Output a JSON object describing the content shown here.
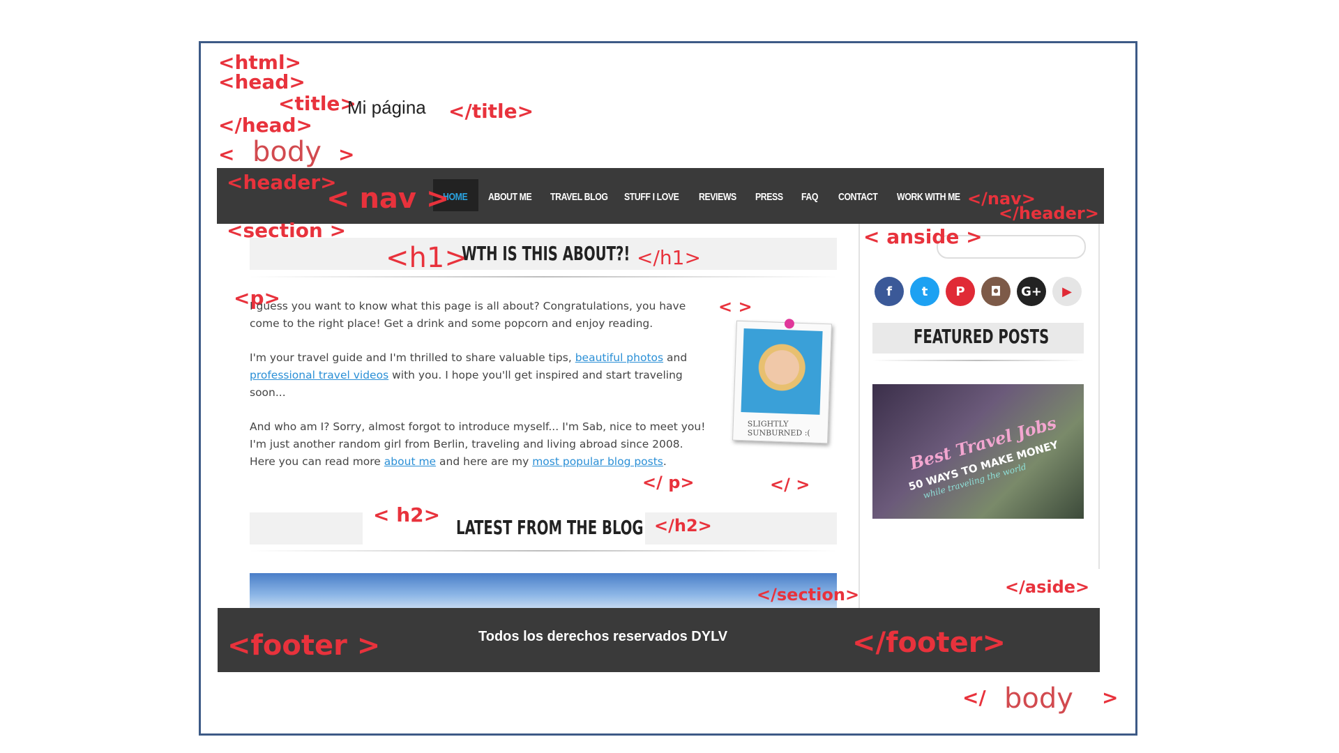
{
  "html_tags": {
    "html_open": "<html>",
    "head_open": "<head>",
    "title_open": "<title>",
    "title_close": "</title>",
    "head_close": "</head>",
    "body_open_lt": "<",
    "body_open_word": "body",
    "body_open_gt": ">",
    "header_open": "<header>",
    "nav_open": "< nav >",
    "nav_close": "</nav>",
    "header_close": "</header>",
    "section_open": "<section >",
    "h1_open": "<h1>",
    "h1_close": "</h1>",
    "p_open": "<p>",
    "p_close": "</ p>",
    "img_open": "<        >",
    "img_close": "</        >",
    "h2_open": "< h2>",
    "h2_close": "</h2>",
    "section_close": "</section>",
    "aside_open": "< anside >",
    "aside_close": "</aside>",
    "footer_open": "<footer >",
    "footer_close": "</footer>",
    "body_close_lt": "</",
    "body_close_word": "body",
    "body_close_gt": ">"
  },
  "page_title": "Mi página",
  "nav": {
    "items": [
      "HOME",
      "ABOUT ME",
      "TRAVEL BLOG",
      "STUFF I LOVE",
      "REVIEWS",
      "PRESS",
      "FAQ",
      "CONTACT",
      "WORK WITH ME"
    ],
    "active": "HOME"
  },
  "section": {
    "h1": "WTH IS THIS ABOUT?!",
    "p1": "I guess you want to know what this page is all about? Congratulations, you have come to the right place! Get a drink and some popcorn and enjoy reading.",
    "p2_a": "I'm your travel guide and I'm thrilled to share valuable tips,",
    "p2_link1": "beautiful photos",
    "p2_b": "and",
    "p2_link2": "professional travel videos",
    "p2_c": "with you. I hope you'll get inspired and start traveling soon...",
    "p3_a": "And who am I? Sorry, almost forgot to introduce myself... I'm Sab, nice to meet you! I'm just another random girl from Berlin, traveling and living abroad since 2008. Here you can read more",
    "p3_link1": "about me",
    "p3_b": "and here are my",
    "p3_link2": "most popular blog posts",
    "p3_c": ".",
    "photo_caption": "SLIGHTLY SUNBURNED :(",
    "h2": "LATEST FROM THE BLOG"
  },
  "aside": {
    "social": [
      {
        "name": "facebook-icon",
        "glyph": "f",
        "color": "#3b5998"
      },
      {
        "name": "twitter-icon",
        "glyph": "t",
        "color": "#1da1f2"
      },
      {
        "name": "pinterest-icon",
        "glyph": "P",
        "color": "#e02a36"
      },
      {
        "name": "instagram-icon",
        "glyph": "◘",
        "color": "#7d5a48"
      },
      {
        "name": "googleplus-icon",
        "glyph": "G+",
        "color": "#222222"
      },
      {
        "name": "youtube-icon",
        "glyph": "▶",
        "color": "#e5e5e5"
      }
    ],
    "featured_title": "FEATURED POSTS",
    "featured_image": {
      "line1": "Best Travel Jobs",
      "line2": "50 WAYS TO MAKE MONEY",
      "line3": "while traveling the world"
    }
  },
  "footer": {
    "text": "Todos los derechos reservados DYLV"
  },
  "colors": {
    "tag_red": "#e8323c",
    "bar_dark": "#3a3a3a",
    "nav_active": "#2aa3e0",
    "link_blue": "#2a8fd6",
    "frame_border": "#3d5a86"
  }
}
